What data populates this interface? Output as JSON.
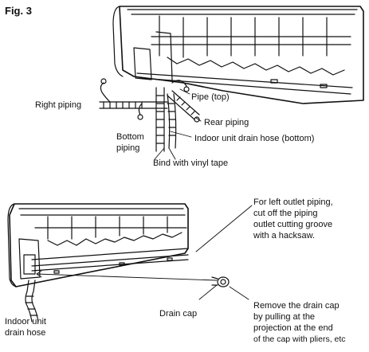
{
  "figure": {
    "title": "Fig. 3"
  },
  "top_diagram": {
    "labels": {
      "right_piping": "Right piping",
      "pipe_top": "Pipe (top)",
      "rear_piping": "Rear piping",
      "bottom_piping_1": "Bottom",
      "bottom_piping_2": "piping",
      "drain_hose_bottom": "Indoor unit drain hose (bottom)",
      "bind_tape": "Bind with vinyl tape"
    }
  },
  "bottom_diagram": {
    "labels": {
      "left_outlet_1": "For left outlet piping,",
      "left_outlet_2": "cut off the piping",
      "left_outlet_3": "outlet cutting groove",
      "left_outlet_4": "with a hacksaw.",
      "drain_hose_1": "Indoor unit",
      "drain_hose_2": "drain hose",
      "drain_cap": "Drain cap",
      "remove_cap_1": "Remove the drain cap",
      "remove_cap_2": "by pulling at the",
      "remove_cap_3": "projection at the end",
      "remove_cap_4": "of the cap with pliers, etc"
    }
  }
}
